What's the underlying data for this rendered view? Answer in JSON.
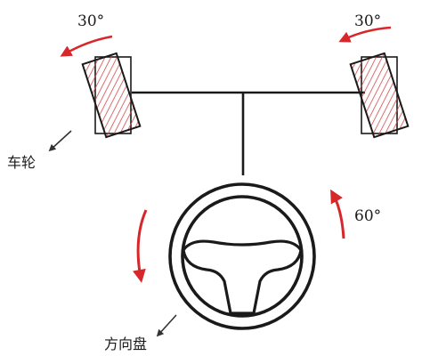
{
  "labels": {
    "left_wheel_angle": "30°",
    "right_wheel_angle": "30°",
    "steering_angle": "60°",
    "wheel": "车轮",
    "steering_wheel": "方向盘"
  },
  "colors": {
    "arrow": "#d6282b",
    "hatch": "#d34a4a",
    "line": "#1a1a1a",
    "background": "#ffffff"
  }
}
